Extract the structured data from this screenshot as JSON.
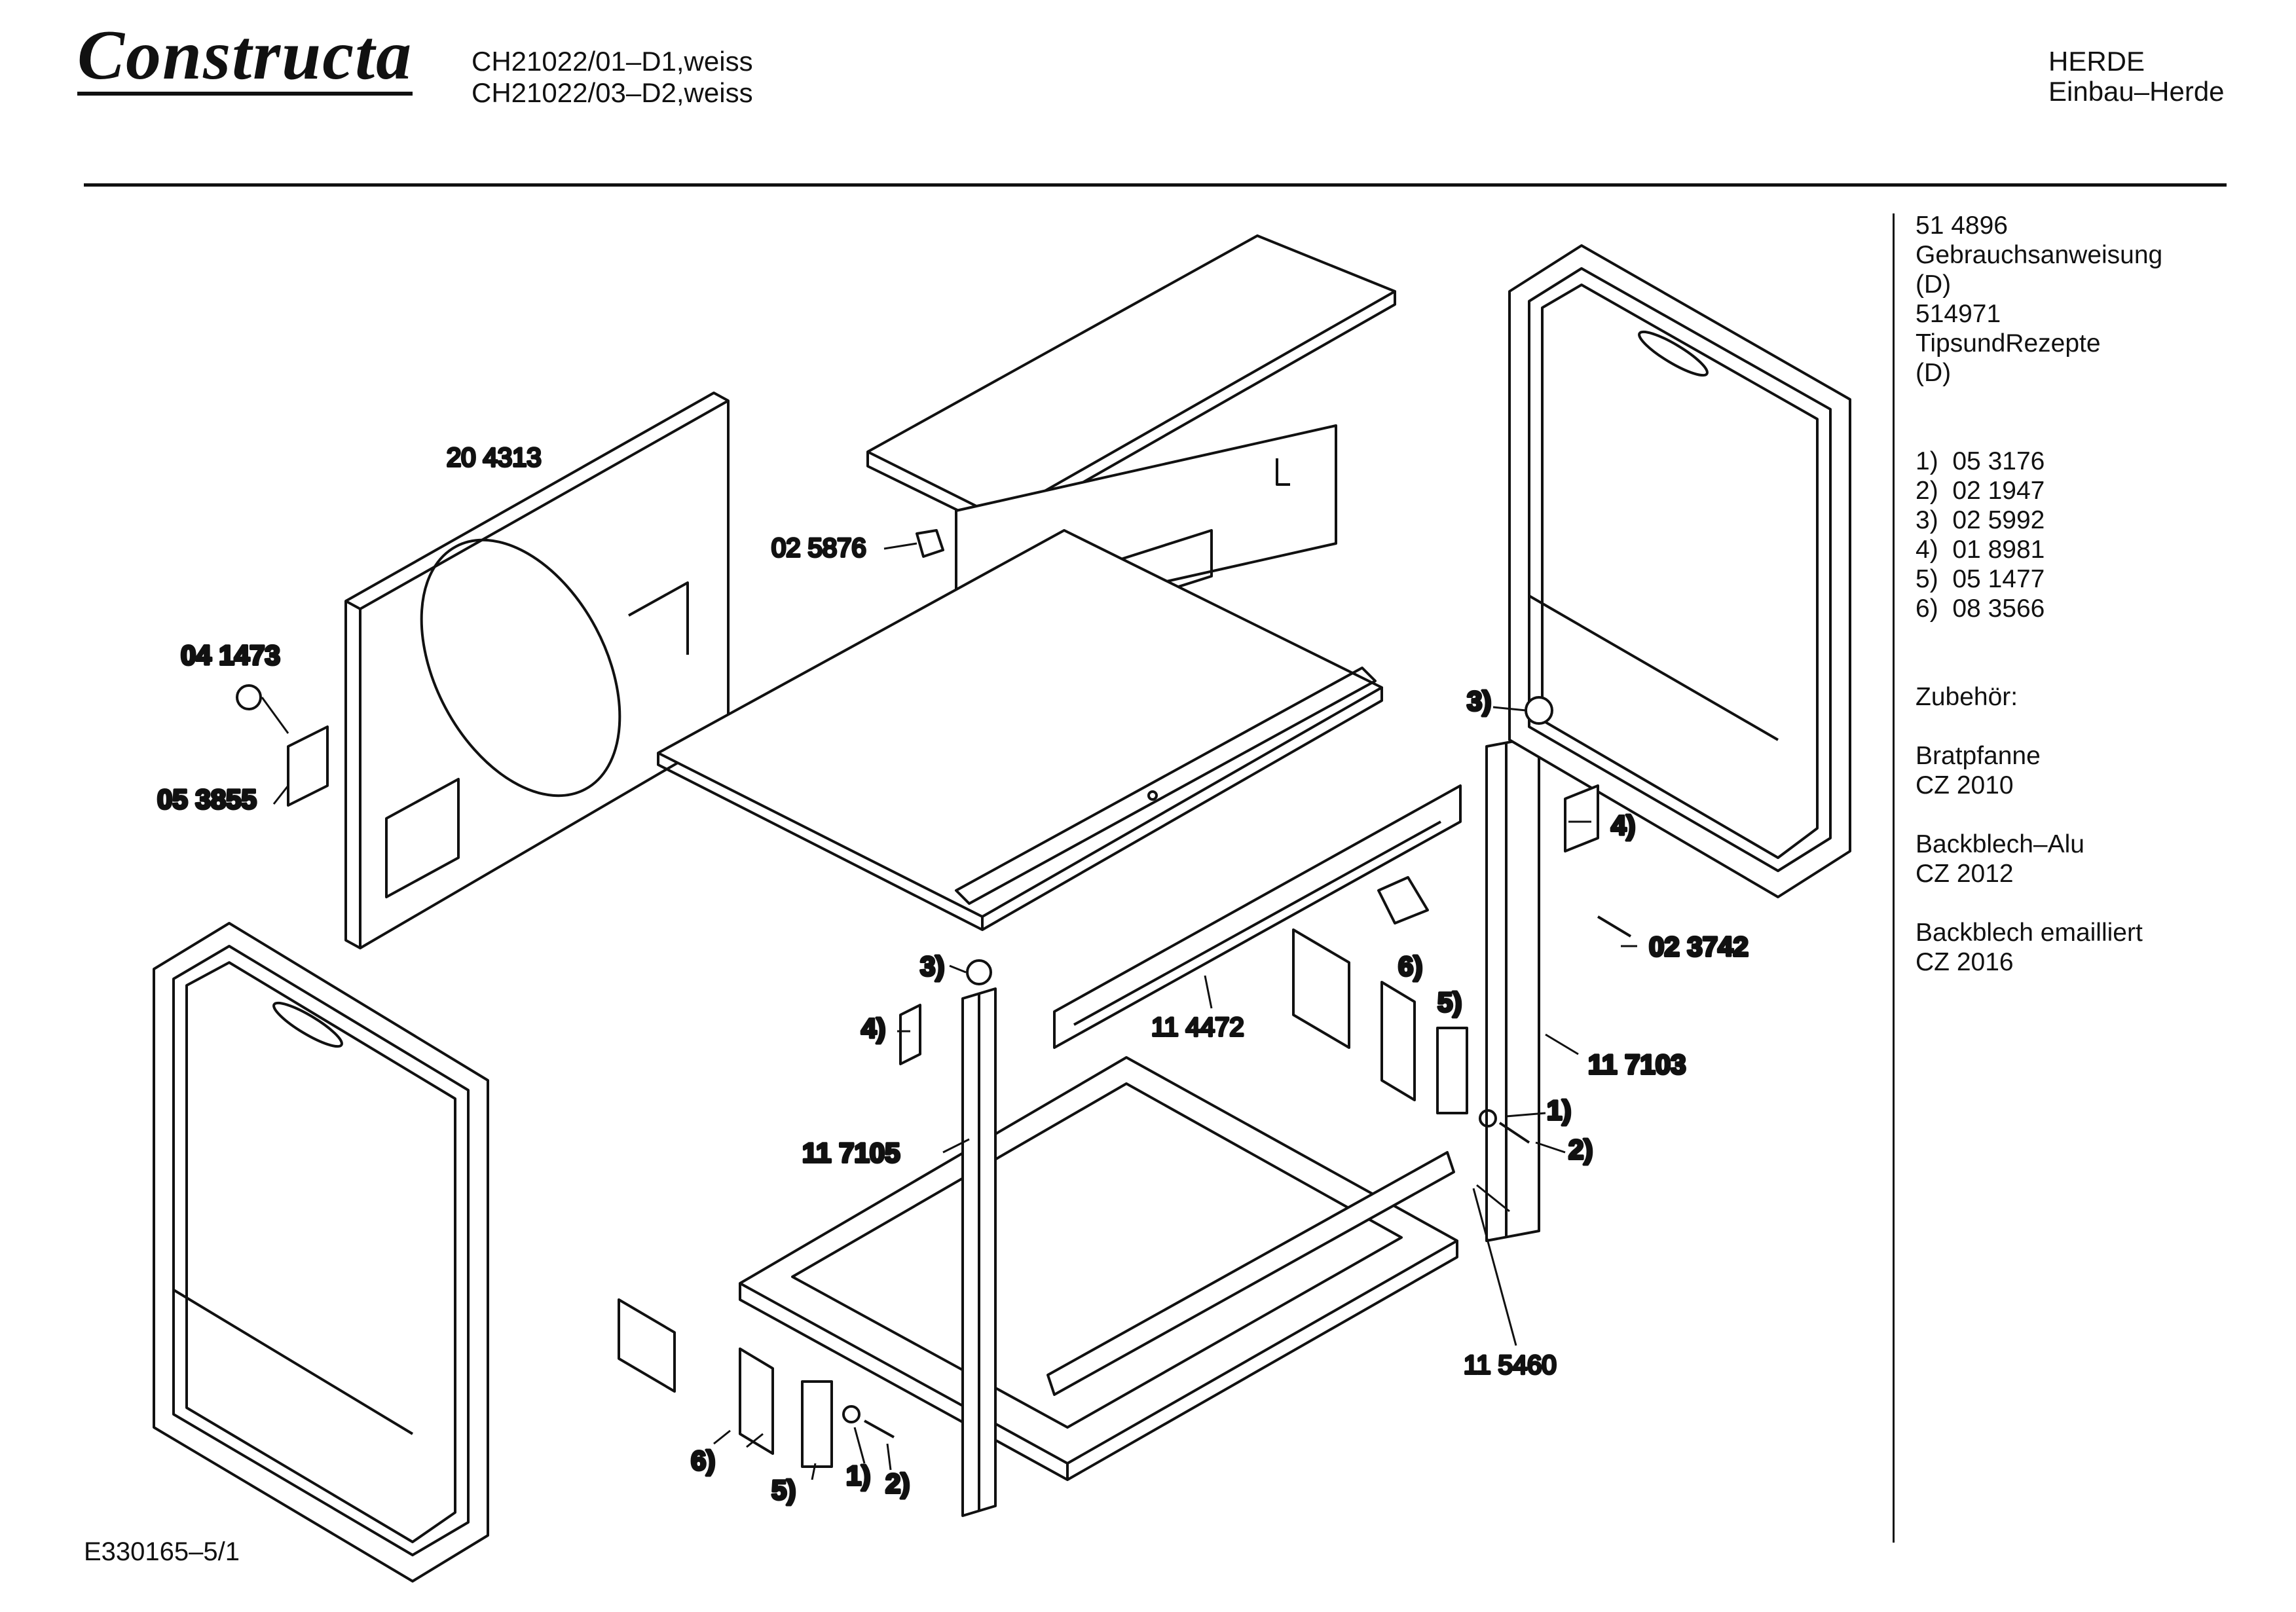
{
  "header": {
    "logo": "Constructa",
    "models": [
      "CH21022/01–D1,weiss",
      "CH21022/03–D2,weiss"
    ],
    "category_1": "HERDE",
    "category_2": "Einbau–Herde"
  },
  "sidebar": {
    "lines": [
      "51 4896",
      "Gebrauchsanweisung",
      "(D)",
      "514971",
      "TipsundRezepte",
      "(D)",
      "",
      "",
      "1)  05 3176",
      "2)  02 1947",
      "3)  02 5992",
      "4)  01 8981",
      "5)  05 1477",
      "6)  08 3566",
      "",
      "",
      "Zubehör:",
      "",
      "Bratpfanne",
      "CZ 2010",
      "",
      "Backblech–Alu",
      "CZ 2012",
      "",
      "Backblech emailliert",
      "CZ 2016"
    ]
  },
  "labels": {
    "p204313": "20 4313",
    "p025876": "02 5876",
    "p041473": "04 1473",
    "p053855": "05 3855",
    "p023742": "02 3742",
    "p114472": "11 4472",
    "p117103": "11 7103",
    "p117105": "11 7105",
    "p115460": "11 5460",
    "c3a": "3)",
    "c3b": "3)",
    "c4a": "4)",
    "c4b": "4)",
    "c6a": "6)",
    "c6b": "6)",
    "c5a": "5)",
    "c5b": "5)",
    "c1a": "1)",
    "c1b": "1)",
    "c2a": "2)",
    "c2b": "2)"
  },
  "footer": {
    "code": "E330165–5/1"
  }
}
